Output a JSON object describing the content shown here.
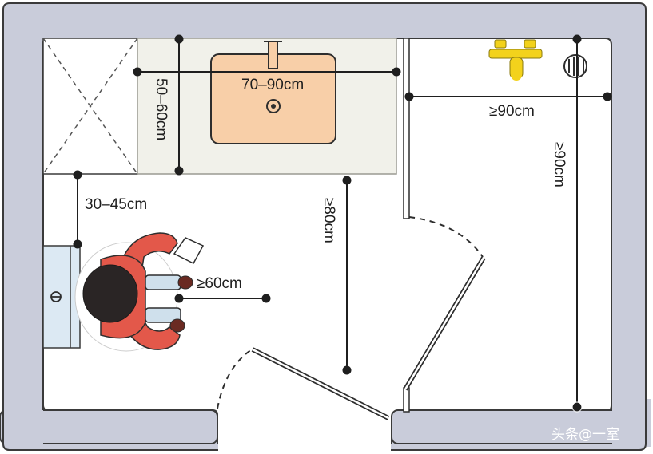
{
  "dimensions": {
    "vanity_depth": "50–60cm",
    "sink_width": "70–90cm",
    "passage_width": "≥80cm",
    "toilet_side_clearance": "30–45cm",
    "toilet_front_clearance": "≥60cm",
    "shower_width": "≥90cm",
    "shower_depth": "≥90cm"
  },
  "watermark": {
    "text": "头条@一室"
  },
  "colors": {
    "wall": "#c9ccda",
    "wall_stroke": "#3a3a3a",
    "floor": "#ffffff",
    "vanity": "#f1f1ea",
    "sink": "#f8cfa8",
    "sink_stroke": "#2e2e2e",
    "tank": "#dce9f3",
    "person_shirt": "#e3584a",
    "person_hair": "#2a2525",
    "person_sleeve": "#cfe0ec",
    "faucet": "#f3d21c",
    "line": "#1f1f1f"
  }
}
